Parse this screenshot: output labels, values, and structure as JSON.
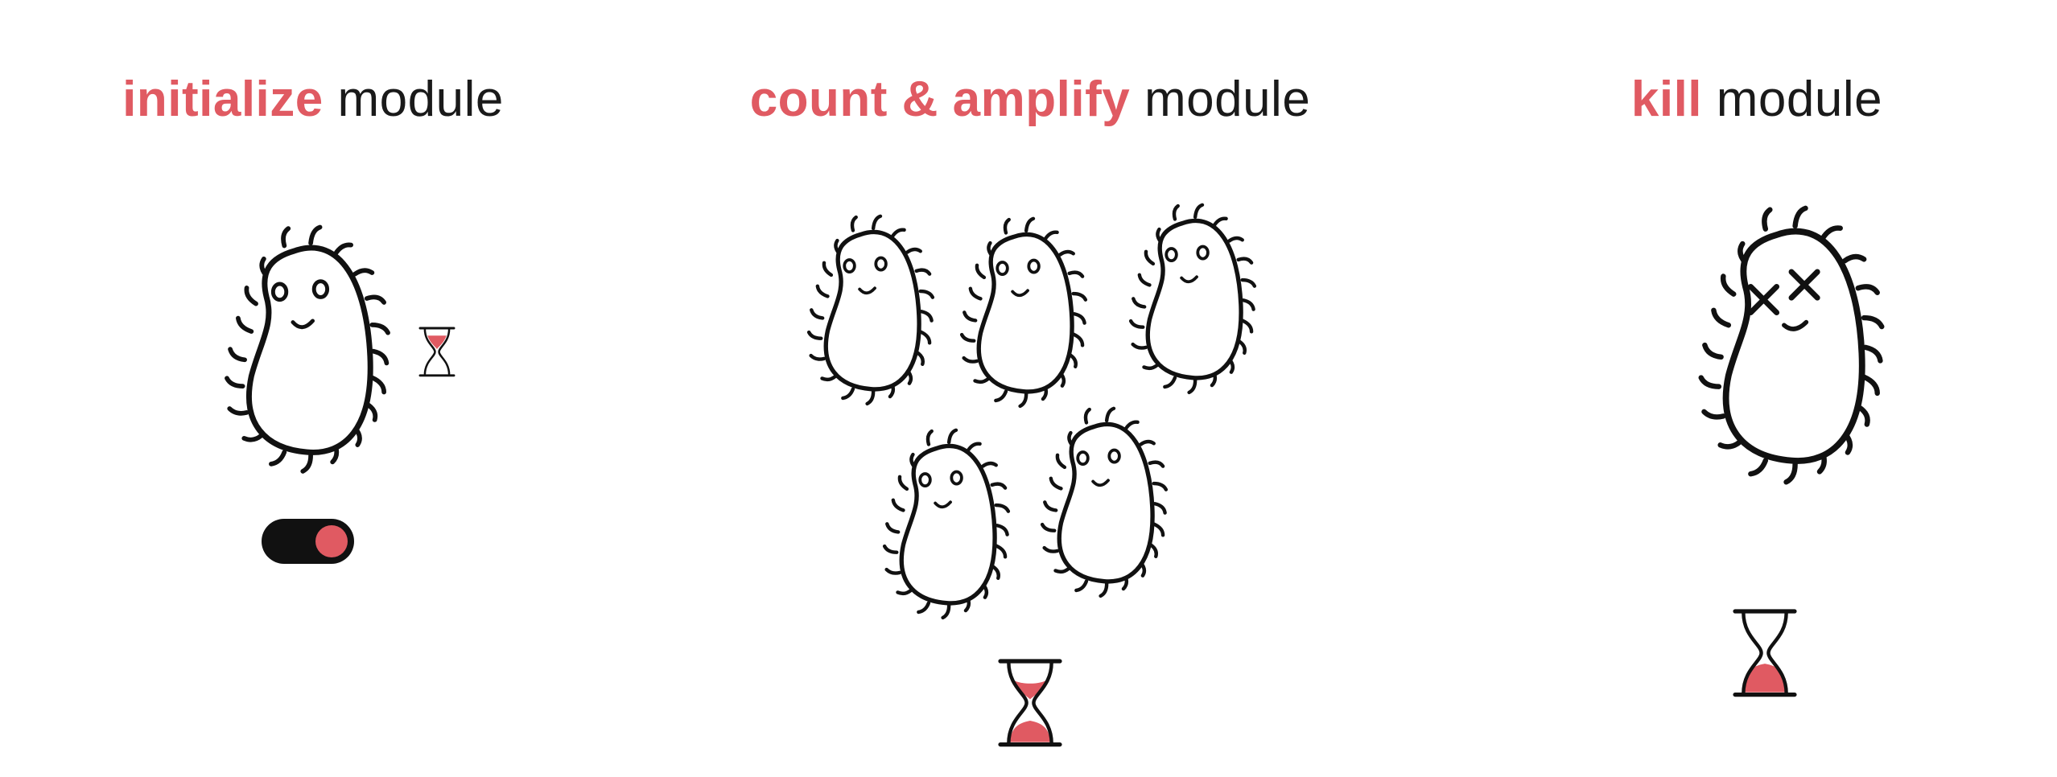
{
  "colors": {
    "accent": "#e05a62",
    "ink": "#111111",
    "background": "#ffffff"
  },
  "modules": [
    {
      "highlight": "initialize",
      "rest": "module",
      "bacteria_count": 1,
      "state": "alive",
      "switch": "on",
      "timer": "hourglass-icon"
    },
    {
      "highlight": "count & amplify",
      "rest": "module",
      "bacteria_count": 5,
      "state": "alive",
      "timer": "hourglass-icon"
    },
    {
      "highlight": "kill",
      "rest": "module",
      "bacteria_count": 1,
      "state": "dead",
      "timer": "hourglass-icon"
    }
  ]
}
